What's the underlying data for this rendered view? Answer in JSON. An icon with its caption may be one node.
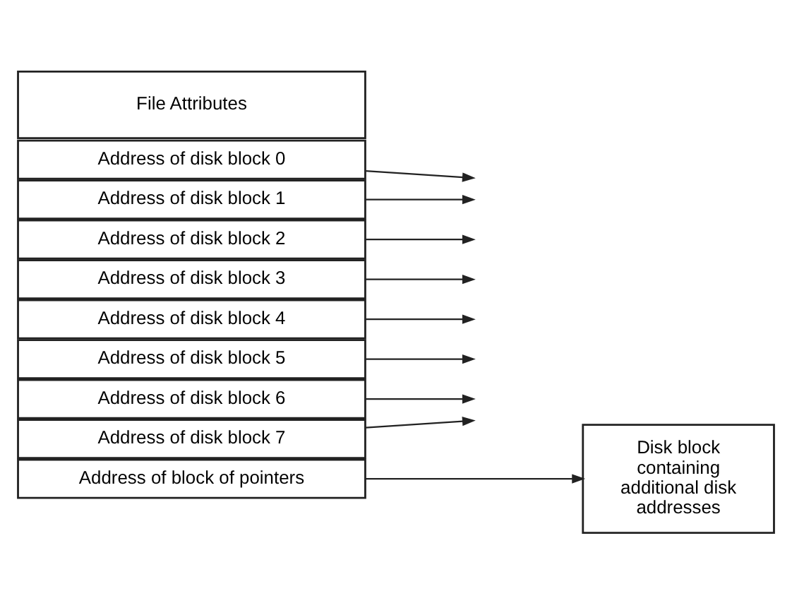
{
  "diagram": {
    "nodes": [
      {
        "text": [
          "File Attributes"
        ]
      },
      {
        "text": [
          "Address of disk block 0"
        ]
      },
      {
        "text": [
          "Address of disk block 1"
        ]
      },
      {
        "text": [
          "Address of disk block 2"
        ]
      },
      {
        "text": [
          "Address of disk block 3"
        ]
      },
      {
        "text": [
          "Address of disk block 4"
        ]
      },
      {
        "text": [
          "Address of disk block 5"
        ]
      },
      {
        "text": [
          "Address of disk block 6"
        ]
      },
      {
        "text": [
          "Address of disk block 7"
        ]
      },
      {
        "text": [
          "Address of block of pointers"
        ]
      },
      {
        "text": [
          "Disk block containing additional disk addresses"
        ]
      }
    ],
    "edges": [
      {
        "from": 1,
        "to": null,
        "arrow": "to"
      },
      {
        "from": 2,
        "to": null,
        "arrow": "to"
      },
      {
        "from": 3,
        "to": null,
        "arrow": "to"
      },
      {
        "from": 4,
        "to": null,
        "arrow": "to"
      },
      {
        "from": 5,
        "to": null,
        "arrow": "to"
      },
      {
        "from": 6,
        "to": null,
        "arrow": "to"
      },
      {
        "from": 7,
        "to": null,
        "arrow": "to"
      },
      {
        "from": 8,
        "to": null,
        "arrow": "to"
      },
      {
        "from": 9,
        "to": 10,
        "arrow": "to"
      }
    ]
  }
}
